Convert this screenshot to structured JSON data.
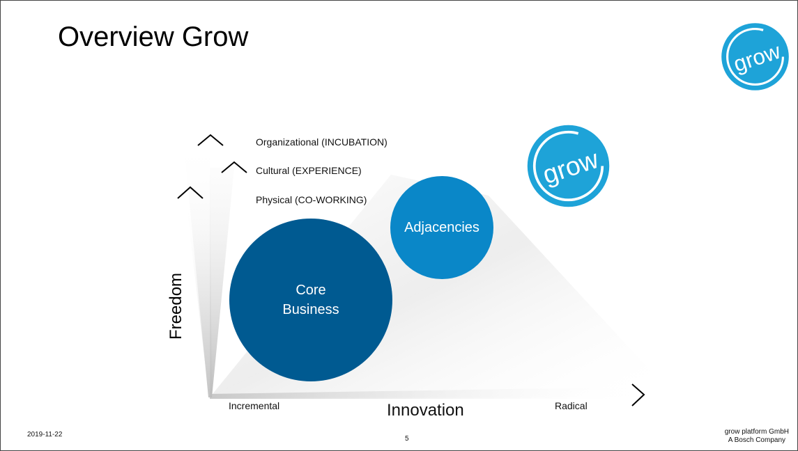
{
  "title": "Overview Grow",
  "logo_text": "grow",
  "colors": {
    "core": "#005a91",
    "adjacencies": "#0a87c8",
    "logo": "#1ea3d8"
  },
  "levels": [
    "Organizational (INCUBATION)",
    "Cultural (EXPERIENCE)",
    "Physical (CO-WORKING)"
  ],
  "axes": {
    "x_label": "Innovation",
    "y_label": "Freedom",
    "x_start": "Incremental",
    "x_end": "Radical"
  },
  "bubbles": {
    "core": "Core\nBusiness",
    "adjacencies": "Adjacencies"
  },
  "footer": {
    "date": "2019-11-22",
    "page": "5",
    "company_line1": "grow platform GmbH",
    "company_line2": "A Bosch Company"
  }
}
